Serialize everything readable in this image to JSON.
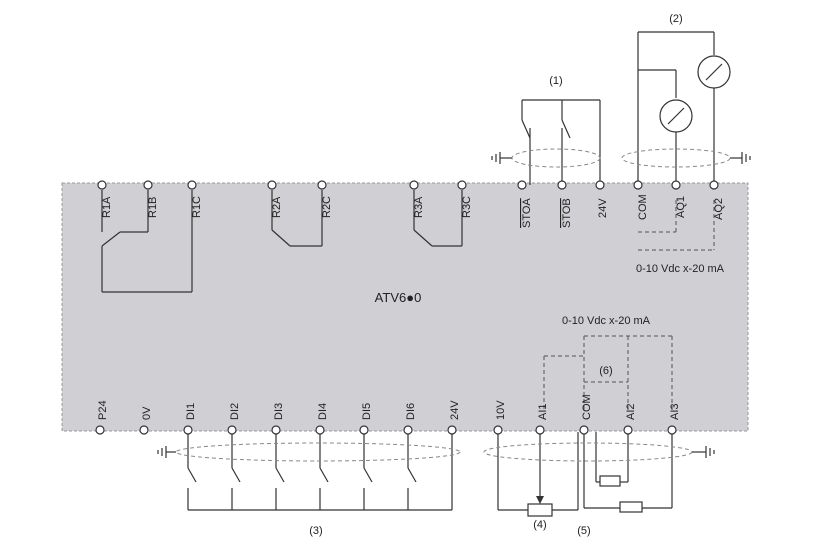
{
  "drive": {
    "model": "ATV6●0"
  },
  "relay_terminals": [
    "R1A",
    "R1B",
    "R1C",
    "R2A",
    "R2C",
    "R3A",
    "R3C"
  ],
  "safety_terminals": [
    "STOA",
    "STOB",
    "24V"
  ],
  "analog_output_terminals": [
    "COM",
    "AQ1",
    "AQ2"
  ],
  "digital_input_terminals": [
    "P24",
    "0V",
    "DI1",
    "DI2",
    "DI3",
    "DI4",
    "DI5",
    "DI6",
    "24V"
  ],
  "analog_input_terminals": [
    "10V",
    "AI1",
    "COM",
    "AI2",
    "AI3"
  ],
  "range_labels": {
    "analog_outputs": "0-10 Vdc x-20 mA",
    "analog_inputs": "0-10 Vdc x-20 mA"
  },
  "callouts": {
    "c1": "(1)",
    "c2": "(2)",
    "c3": "(3)",
    "c4": "(4)",
    "c5": "(5)",
    "c6": "(6)"
  },
  "colors": {
    "drive_panel": "#d0d0d4",
    "wire": "#333333"
  }
}
